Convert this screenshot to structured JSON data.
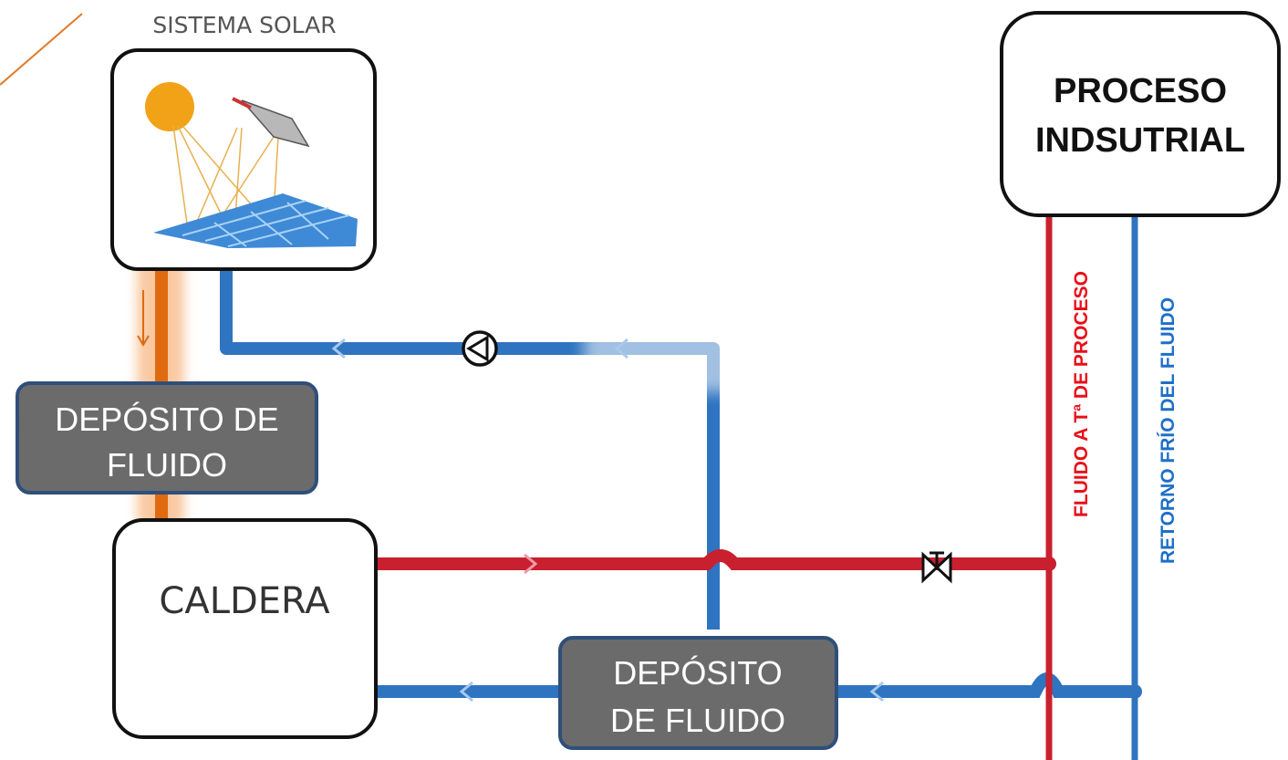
{
  "solar": {
    "title": "SISTEMA SOLAR"
  },
  "caldera": {
    "label": "CALDERA"
  },
  "proceso": {
    "line1": "PROCESO",
    "line2": "INDSUTRIAL"
  },
  "deposito_left": {
    "line1": "DEPÓSITO DE",
    "line2": "FLUIDO"
  },
  "deposito_bottom": {
    "line1": "DEPÓSITO",
    "line2": "DE FLUIDO"
  },
  "pipe_hot_label": "FLUIDO A Tª DE PROCESO",
  "pipe_cold_label": "RETORNO FRÍO DEL FLUIDO",
  "colors": {
    "hot": "#c8202f",
    "cold": "#2f74c0",
    "solar_feed": "#e06a10",
    "deposit_box": "#6b6b6b",
    "deposit_border": "#2f4f7a",
    "hot_text": "#e8101a",
    "cold_text": "#1f6fc8"
  },
  "icons": [
    "sun-icon",
    "solar-panel-icon",
    "pump-icon",
    "valve-icon",
    "flow-arrow-icon"
  ]
}
